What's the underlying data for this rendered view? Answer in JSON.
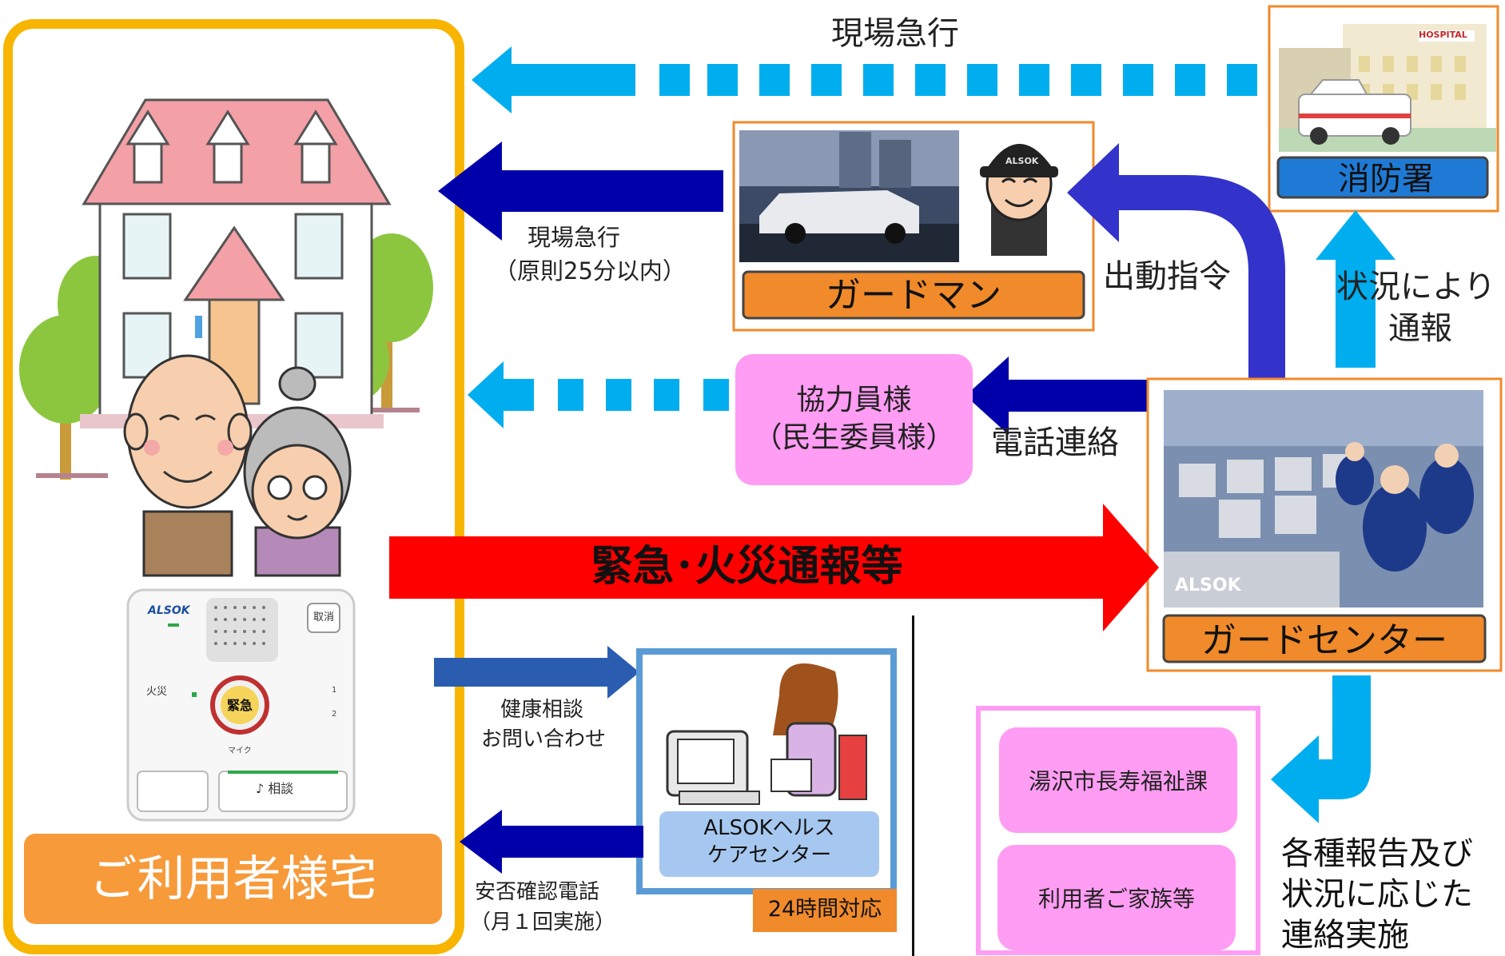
{
  "residence": {
    "label": "ご利用者様宅"
  },
  "device": {
    "brand": "ALSOK",
    "cancel": "取消",
    "fire": "火災",
    "emergency": "緊急",
    "mic": "マイク",
    "consult": "♪ 相談",
    "line1": "1",
    "line2": "2"
  },
  "arrows": {
    "top": "現場急行",
    "guard_dispatch": [
      "現場急行",
      "（原則25分以内）"
    ],
    "dispatch_order": "出動指令",
    "notify": [
      "状況により",
      "通報"
    ],
    "phone_contact": "電話連絡",
    "emergency": "緊急･火災通報等",
    "health": [
      "健康相談",
      "お問い合わせ"
    ],
    "safety_call": [
      "安否確認電話",
      "（月１回実施）"
    ],
    "report": [
      "各種報告及び",
      "状況に応じた",
      "連絡実施"
    ]
  },
  "fire_station": {
    "label": "消防署",
    "hospital_sign": "HOSPITAL"
  },
  "guardman": {
    "label": "ガードマン",
    "cap_logo": "ALSOK"
  },
  "cooperator": {
    "lines": [
      "協力員様",
      "（民生委員様）"
    ]
  },
  "guard_center": {
    "label": "ガードセンター",
    "logo": "ALSOK"
  },
  "health_center": {
    "label": [
      "ALSOKヘルス",
      "ケアセンター"
    ],
    "badge": "24時間対応"
  },
  "contacts": {
    "city": "湯沢市長寿福祉課",
    "family": "利用者ご家族等"
  },
  "colors": {
    "orange": "#f08a2a",
    "yellow_frame": "#f7b500",
    "red": "#ff0000",
    "navy": "#0000aa",
    "blue_light": "#00aeef",
    "indigo": "#3333cc",
    "pink": "#ff9cf3"
  }
}
